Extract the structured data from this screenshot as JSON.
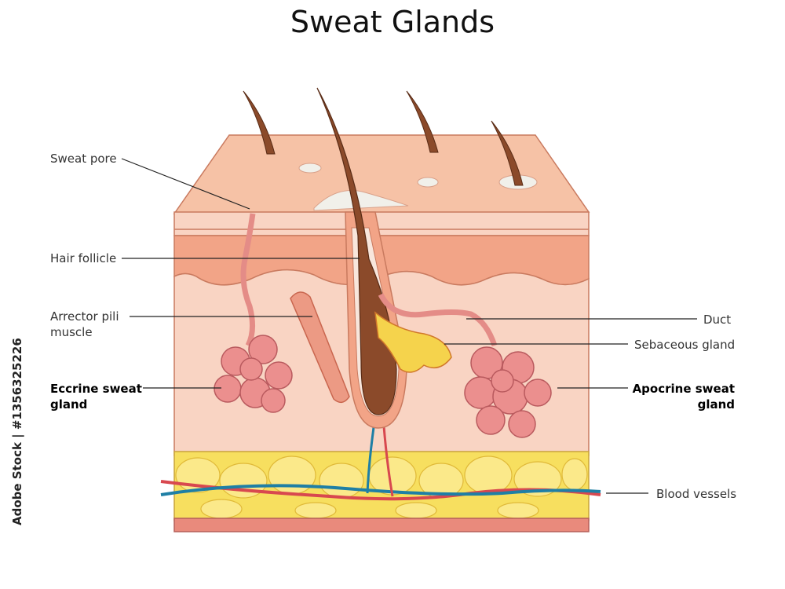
{
  "title": "Sweat Glands",
  "labels": {
    "sweat_pore": "Sweat pore",
    "hair_follicle": "Hair follicle",
    "arrector_pili_line1": "Arrector pili",
    "arrector_pili_line2": "muscle",
    "eccrine_line1": "Eccrine sweat",
    "eccrine_line2": "gland",
    "duct": "Duct",
    "sebaceous_gland": "Sebaceous gland",
    "apocrine_line1": "Apocrine sweat",
    "apocrine_line2": "gland",
    "blood_vessels": "Blood vessels"
  },
  "credit": "Adobe Stock | #1356325226",
  "colors": {
    "epidermis_top": "#f6c2a6",
    "dermis": "#f9d4c3",
    "dermis_band": "#f2a487",
    "fat": "#f7df5f",
    "hair": "#8b4a2a",
    "gland": "#eb8f8e",
    "artery": "#d8484f",
    "vein": "#1f7fa5"
  }
}
